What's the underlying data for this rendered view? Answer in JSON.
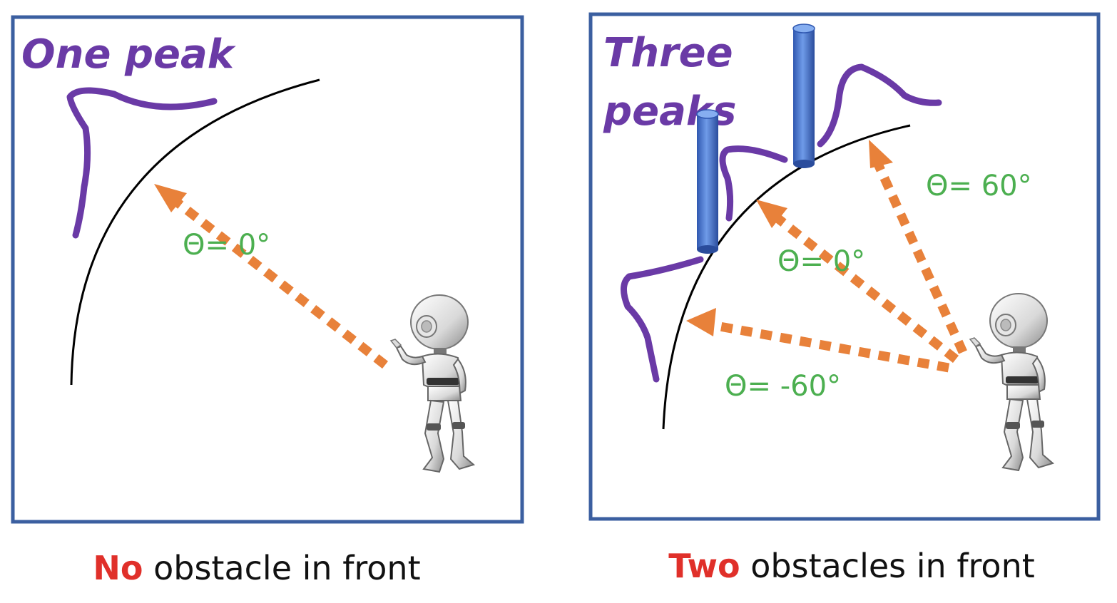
{
  "colors": {
    "frame": "#3b5fa0",
    "peak_curve": "#6a3aa6",
    "arrow": "#e8813a",
    "angle_text": "#4caf50",
    "caption_emph": "#e0302a",
    "caption_text": "#111111",
    "obstacle": "#3d6cc8"
  },
  "left_panel": {
    "title": "One peak",
    "angle_labels": [
      "Θ= 0°"
    ],
    "caption_emph": "No",
    "caption_rest": " obstacle in front"
  },
  "right_panel": {
    "title_line1": "Three",
    "title_line2": "peaks",
    "angle_labels": [
      "Θ= 60°",
      "Θ= 0°",
      "Θ= -60°"
    ],
    "caption_emph": "Two",
    "caption_rest": " obstacles in front"
  },
  "icons": [
    "robot-icon",
    "obstacle-cylinder-icon"
  ]
}
